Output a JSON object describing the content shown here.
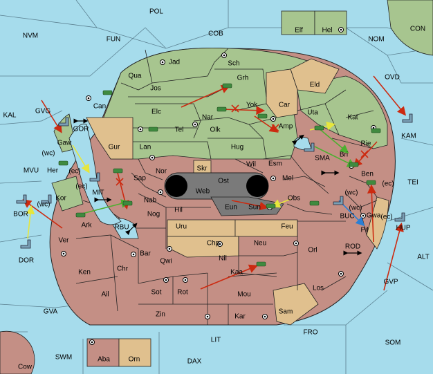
{
  "colors": {
    "sea": "#a6dcec",
    "green_power": "#a7c58f",
    "red_power": "#c48f85",
    "neutral": "#e0c08e",
    "dark_center": "#7a7a7a",
    "army_icon": "#3f8a3f",
    "fleet_icon": "#7a9fb5",
    "support_arrow": "#e6e63c",
    "move_arrow_red": "#cc2a10",
    "move_arrow_green": "#4caf30",
    "convoy_arrow": "#2a7fd4"
  },
  "sea_labels": {
    "pol": "POL",
    "nvm": "NVM",
    "fun": "FUN",
    "cob": "COB",
    "nom": "NOM",
    "con": "CON",
    "kal": "KAL",
    "gvg": "GVG",
    "gor": "GOR",
    "mvu": "MVU",
    "mit": "MIT",
    "bor": "BOR",
    "dor": "DOR",
    "rbu": "RBU",
    "sma": "SMA",
    "ovd": "OVD",
    "kam": "KAM",
    "tei": "TEI",
    "buc": "BUC",
    "hup": "HUP",
    "rod": "ROD",
    "alt": "ALT",
    "gvp": "GVP",
    "gva": "GVA",
    "fro": "FRO",
    "som": "SOM",
    "lit": "LIT",
    "swm": "SWM",
    "dax": "DAX",
    "cow": "Cow"
  },
  "land_labels": {
    "elf": "Elf",
    "hel": "Hel",
    "jad": "Jad",
    "sch": "Sch",
    "qua": "Qua",
    "jos": "Jos",
    "grh": "Grh",
    "eld": "Eld",
    "can": "Can",
    "car": "Car",
    "elc": "Elc",
    "nar": "Nar",
    "yok": "Yok",
    "uta": "Uta",
    "kat": "Kat",
    "olk": "Olk",
    "amp": "Amp",
    "tel": "Tel",
    "gur": "Gur",
    "lan": "Lan",
    "hug": "Hug",
    "bri": "Bri",
    "rie": "Rie",
    "gaw": "Gaw",
    "nor": "Nor",
    "wil": "Wil",
    "esm": "Esm",
    "ben": "Ben",
    "her": "Her",
    "skr": "Skr",
    "ost": "Ost",
    "web": "Web",
    "mel": "Mel",
    "sap": "Sap",
    "kor": "Kor",
    "nab": "Nab",
    "eun": "Eun",
    "sun": "Sun",
    "obs": "Obs",
    "hil": "Hil",
    "nog": "Nog",
    "pil": "Pil",
    "gwa": "Gwa",
    "ark": "Ark",
    "uru": "Uru",
    "feu": "Feu",
    "ver": "Ver",
    "chp": "Chp",
    "bar": "Bar",
    "neu": "Neu",
    "qwi": "Qwi",
    "orl": "Orl",
    "ken": "Ken",
    "nil": "Nil",
    "chr": "Chr",
    "kaa": "Kaa",
    "sot": "Sot",
    "rot": "Rot",
    "mou": "Mou",
    "los": "Los",
    "ail": "Ail",
    "sam": "Sam",
    "zin": "Zin",
    "kar": "Kar",
    "aba": "Aba",
    "orn": "Orn"
  },
  "coast_labels": {
    "wc": "(wc)",
    "ec": "(ec)"
  }
}
